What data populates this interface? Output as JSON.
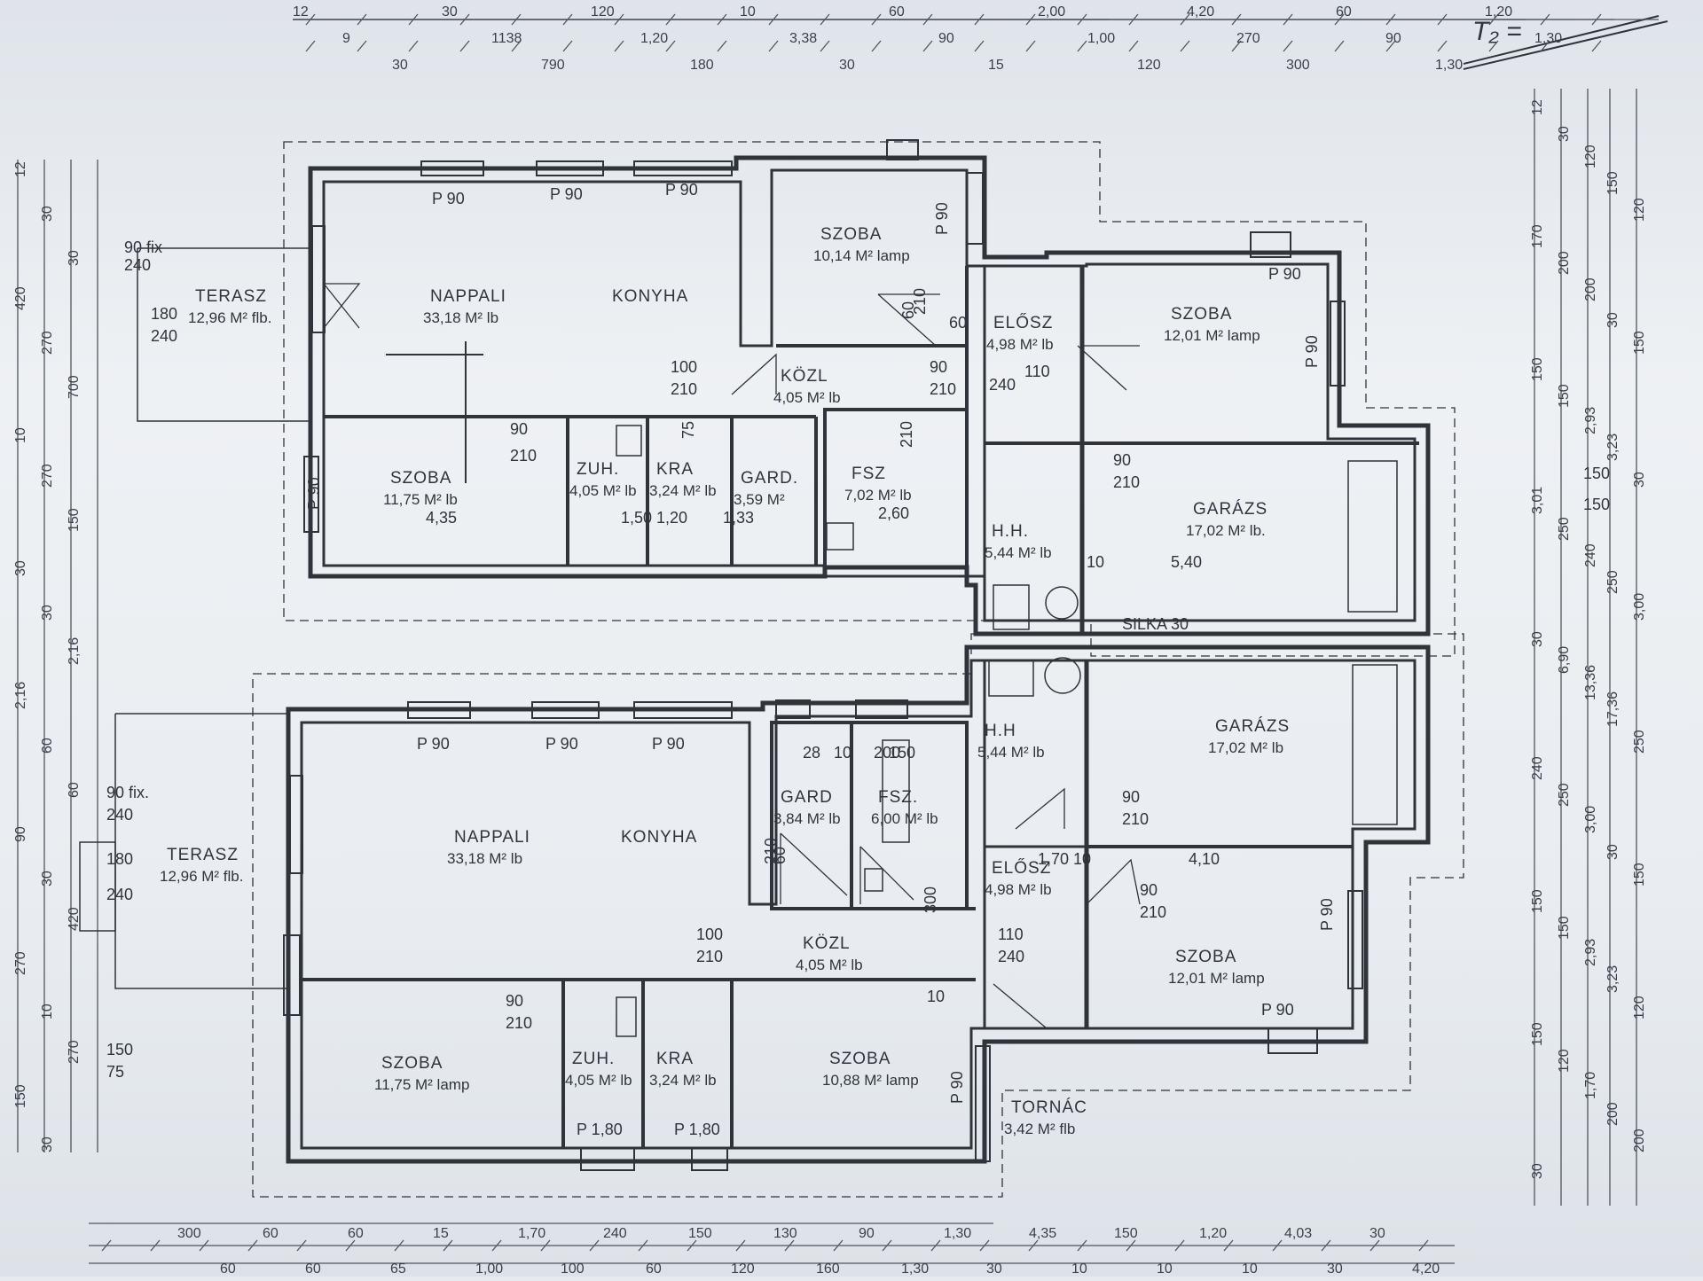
{
  "title_corner": "T₂ =",
  "dims_top": [
    "12",
    "9",
    "30",
    "30",
    "1138",
    "790",
    "120",
    "1,20",
    "180",
    "10",
    "3,38",
    "30",
    "60",
    "90",
    "15",
    "2,00",
    "1,00",
    "120",
    "4,20",
    "270",
    "300",
    "60",
    "90",
    "1,30",
    "1,20",
    "1,30"
  ],
  "dims_bottom": [
    "300",
    "60",
    "60",
    "60",
    "60",
    "65",
    "15",
    "1,00",
    "1,70",
    "100",
    "240",
    "60",
    "150",
    "120",
    "130",
    "160",
    "90",
    "1,30",
    "1,30",
    "30",
    "4,35",
    "10",
    "150",
    "10",
    "1,20",
    "10",
    "4,03",
    "30",
    "30",
    "4,20"
  ],
  "dims_right": [
    "12",
    "30",
    "120",
    "150",
    "120",
    "170",
    "200",
    "200",
    "30",
    "150",
    "150",
    "150",
    "2,93",
    "3,23",
    "30",
    "3,01",
    "250",
    "240",
    "250",
    "3,00",
    "30",
    "6,90",
    "13,36",
    "17,36",
    "250",
    "240",
    "250",
    "3,00",
    "30",
    "150",
    "150",
    "150",
    "2,93",
    "3,23",
    "120",
    "150",
    "120",
    "1,70",
    "200",
    "200",
    "30"
  ],
  "dims_left": [
    "12",
    "30",
    "30",
    "420",
    "270",
    "700",
    "10",
    "270",
    "150",
    "30",
    "30",
    "2,16",
    "2,16",
    "60",
    "60",
    "90",
    "30",
    "420",
    "270",
    "10",
    "270",
    "150",
    "30"
  ],
  "upper_unit": {
    "rooms": [
      {
        "name": "TERASZ",
        "area": "12,96 M² flb."
      },
      {
        "name": "NAPPALI",
        "area": "33,18 M² lb"
      },
      {
        "name": "KONYHA"
      },
      {
        "name": "SZOBA",
        "area": "10,14 M² lamp"
      },
      {
        "name": "ELŐSZ",
        "area": "4,98 M² lb"
      },
      {
        "name": "SZOBA",
        "area": "12,01 M² lamp"
      },
      {
        "name": "KÖZL",
        "area": "4,05 M² lb"
      },
      {
        "name": "SZOBA",
        "area": "11,75 M² lb"
      },
      {
        "name": "ZUH.",
        "area": "4,05 M² lb"
      },
      {
        "name": "KRA",
        "area": "3,24 M² lb"
      },
      {
        "name": "GARD.",
        "area": "3,59 M²"
      },
      {
        "name": "FSZ",
        "area": "7,02 M² lb"
      },
      {
        "name": "GARÁZS",
        "area": "17,02 M² lb."
      },
      {
        "name": "H.H.",
        "area": "5,44 M² lb"
      }
    ],
    "labels": [
      "P 90",
      "P 90",
      "P 90",
      "P 90",
      "P 90",
      "P 90",
      "P 90",
      "90 fix",
      "240",
      "180",
      "240",
      "100",
      "210",
      "90",
      "210",
      "90",
      "210",
      "110",
      "240",
      "60",
      "10",
      "4,35",
      "1,50",
      "1,20",
      "1,33",
      "2,60",
      "5,40",
      "SILKA 30",
      "75",
      "210",
      "90",
      "210",
      "60",
      "210",
      "150",
      "150"
    ]
  },
  "lower_unit": {
    "rooms": [
      {
        "name": "TERASZ",
        "area": "12,96 M² flb."
      },
      {
        "name": "NAPPALI",
        "area": "33,18 M² lb"
      },
      {
        "name": "KONYHA"
      },
      {
        "name": "GARD",
        "area": "3,84 M² lb"
      },
      {
        "name": "FSZ.",
        "area": "6,00 M² lb"
      },
      {
        "name": "H.H",
        "area": "5,44 M² lb"
      },
      {
        "name": "GARÁZS",
        "area": "17,02 M² lb"
      },
      {
        "name": "ELŐSZ",
        "area": "4,98 M² lb"
      },
      {
        "name": "KÖZL",
        "area": "4,05 M² lb"
      },
      {
        "name": "SZOBA",
        "area": "12,01 M² lamp"
      },
      {
        "name": "SZOBA",
        "area": "11,75 M² lamp"
      },
      {
        "name": "ZUH.",
        "area": "4,05 M² lb"
      },
      {
        "name": "KRA",
        "area": "3,24 M² lb"
      },
      {
        "name": "SZOBA",
        "area": "10,88 M² lamp"
      },
      {
        "name": "TORNÁC",
        "area": "3,42 M² flb"
      }
    ],
    "labels": [
      "P 90",
      "P 90",
      "P 90",
      "P 90",
      "P 90",
      "P 90",
      "P 1,80",
      "P 1,80",
      "90 fix.",
      "240",
      "180",
      "240",
      "100",
      "210",
      "90",
      "210",
      "90",
      "210",
      "110",
      "240",
      "90",
      "210",
      "4,10",
      "1,70",
      "10",
      "28",
      "10",
      "200",
      "150",
      "150",
      "75",
      "210",
      "60",
      "10",
      "300"
    ]
  }
}
